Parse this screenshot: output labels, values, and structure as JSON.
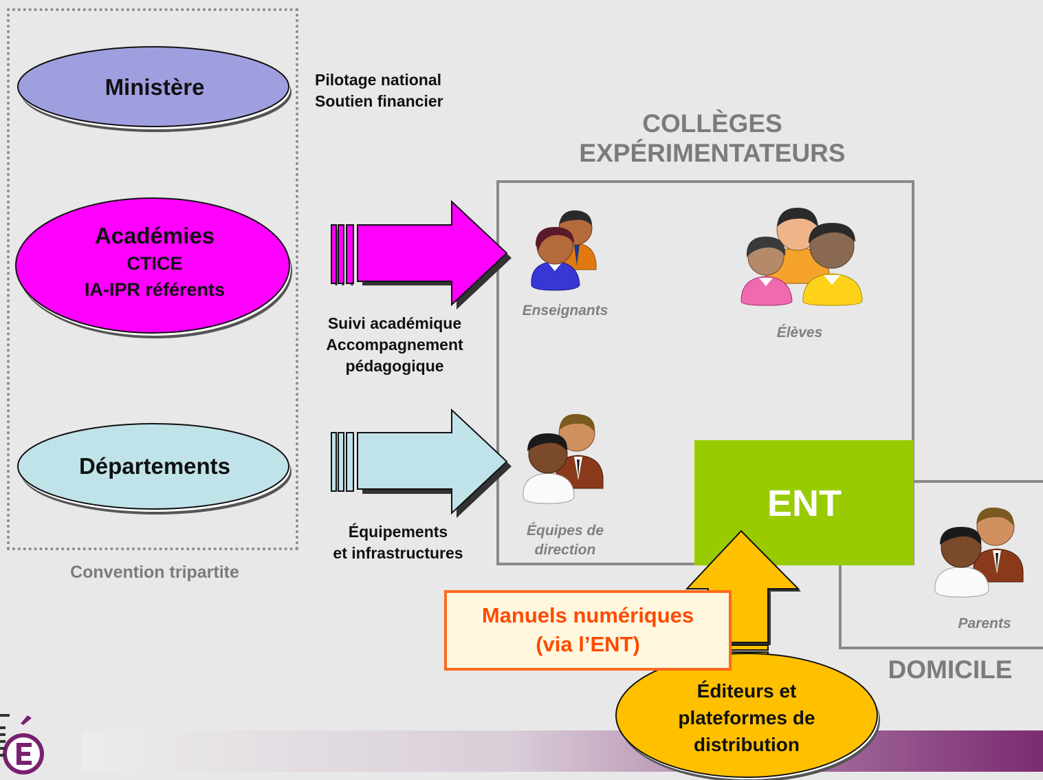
{
  "actors": {
    "ministere": {
      "label": "Ministère",
      "color": "#9f9fe0"
    },
    "academies": {
      "label": "Académies",
      "sub1": "CTICE",
      "sub2": "IA-IPR référents",
      "color": "#ff00ff"
    },
    "departements": {
      "label": "Départements",
      "color": "#bfe3e8"
    }
  },
  "convention_label": "Convention tripartite",
  "roles": {
    "pilotage": {
      "line1": "Pilotage national",
      "line2": "Soutien financier"
    },
    "suivi": {
      "line1": "Suivi académique",
      "line2": "Accompagnement",
      "line3": "pédagogique"
    },
    "equipements": {
      "line1": "Équipements",
      "line2": "et infrastructures"
    }
  },
  "colleges": {
    "title_line1": "COLLÈGES",
    "title_line2": "EXPÉRIMENTATEURS",
    "enseignants": "Enseignants",
    "eleves": "Élèves",
    "equipes_line1": "Équipes de",
    "equipes_line2": "direction"
  },
  "ent": {
    "label": "ENT",
    "color": "#99cc00"
  },
  "domicile": {
    "title": "DOMICILE",
    "parents": "Parents"
  },
  "manuels": {
    "line1": "Manuels numériques",
    "line2": "(via l’ENT)",
    "text_color": "#ff4a00"
  },
  "editeurs": {
    "line1": "Éditeurs et",
    "line2": "plateformes de",
    "line3": "distribution",
    "color": "#ffc000"
  },
  "icons": [
    "teacher-pair-icon",
    "students-group-icon",
    "direction-team-icon",
    "parents-icon",
    "education-nationale-logo"
  ]
}
